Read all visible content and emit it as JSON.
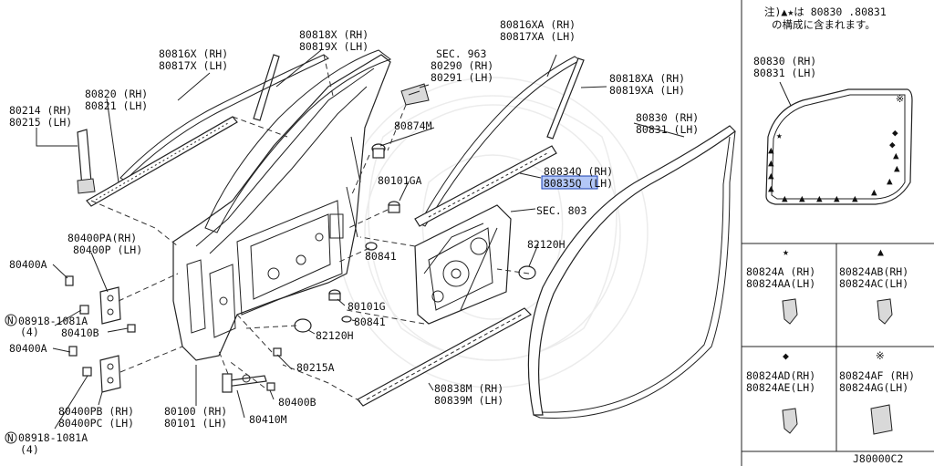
{
  "diagram_code": "J80000C2",
  "note": {
    "line1": "注)▲★は 80830 .80831",
    "line2": "の構成に含まれます。"
  },
  "labels": {
    "p80818": [
      "80818X (RH)",
      "80819X (LH)"
    ],
    "p80816": [
      "80816X (RH)",
      "80817X (LH)"
    ],
    "p80820": [
      "80820 (RH)",
      "80821 (LH)"
    ],
    "p80214": [
      "80214 (RH)",
      "80215 (LH)"
    ],
    "sec963": [
      "SEC. 963",
      "80290 (RH)",
      "80291 (LH)"
    ],
    "p80874": "80874M",
    "p80816xa": [
      "80816XA (RH)",
      "80817XA (LH)"
    ],
    "p80818xa": [
      "80818XA (RH)",
      "80819XA (LH)"
    ],
    "p80830": [
      "80830 (RH)",
      "80831 (LH)"
    ],
    "p80834": [
      "80834Q (RH)",
      "80835Q (LH)"
    ],
    "p80101ga": "80101GA",
    "sec803": "SEC. 803",
    "p80841a": "80841",
    "p82120a": "82120H",
    "p80400pa": [
      "80400PA(RH)",
      "80400P (LH)"
    ],
    "p80400a_1": "80400A",
    "p08918_1": [
      "08918-1081A",
      "(4)"
    ],
    "p80410b": "80410B",
    "p80101g": "80101G",
    "p80841b": "80841",
    "p82120b": "82120H",
    "p80400a_2": "80400A",
    "p80215a": "80215A",
    "p80838": [
      "80838M (RH)",
      "80839M (LH)"
    ],
    "p80400b": "80400B",
    "p80400pb": [
      "80400PB (RH)",
      "80400PC (LH)"
    ],
    "p80100": [
      "80100 (RH)",
      "80101 (LH)"
    ],
    "p80410m": "80410M",
    "p08918_2": [
      "08918-1081A",
      "(4)"
    ],
    "n_symbol": "N"
  },
  "inset": {
    "top_label": [
      "80830 (RH)",
      "80831 (LH)"
    ],
    "cells": [
      {
        "symbol": "★",
        "parts": [
          "80824A (RH)",
          "80824AA(LH)"
        ]
      },
      {
        "symbol": "▲",
        "parts": [
          "80824AB(RH)",
          "80824AC(LH)"
        ]
      },
      {
        "symbol": "◆",
        "parts": [
          "80824AD(RH)",
          "80824AE(LH)"
        ]
      },
      {
        "symbol": "※",
        "parts": [
          "80824AF (RH)",
          "80824AG(LH)"
        ]
      }
    ],
    "seal_markers": {
      "star": "★",
      "triangle": "▲",
      "diamond": "◆",
      "kome": "※"
    }
  },
  "colors": {
    "highlight": "#b3c7f7",
    "line": "#222222"
  }
}
